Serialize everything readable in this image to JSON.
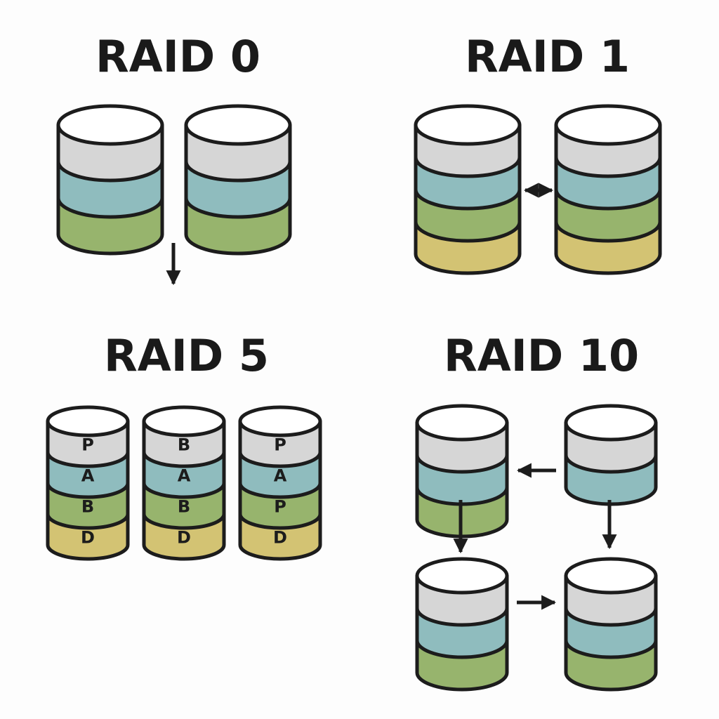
{
  "titles": {
    "raid0": "RAID 0",
    "raid1": "RAID 1",
    "raid5": "RAID 5",
    "raid10": "RAID 10"
  },
  "colors": {
    "outline": "#1c1c1c",
    "top": "#ffffff",
    "gray": "#d6d6d6",
    "teal": "#8fbcbe",
    "green": "#97b46d",
    "yellow": "#d3c373",
    "background": "#fdfdfd"
  },
  "raid5_labels": [
    [
      "P",
      "A",
      "B",
      "D"
    ],
    [
      "B",
      "A",
      "B",
      "D"
    ],
    [
      "P",
      "A",
      "P",
      "D"
    ]
  ],
  "icons": [
    "disk-cylinder-icon",
    "arrow-down-icon",
    "arrow-double-horizontal-icon",
    "arrow-left-icon",
    "arrow-right-icon"
  ]
}
